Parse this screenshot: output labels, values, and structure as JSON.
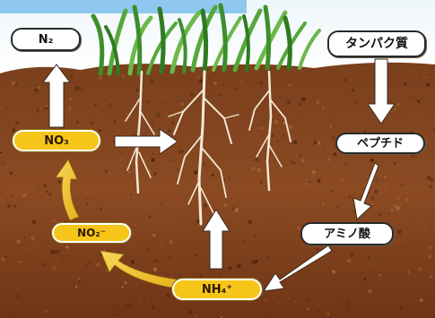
{
  "diagram": {
    "nodes": {
      "n2": {
        "text": "N₂"
      },
      "no3": {
        "text": "NO₃"
      },
      "no2": {
        "text": "NO₂⁻"
      },
      "nh4": {
        "text": "NH₄⁺"
      },
      "protein": {
        "text": "タンパク質"
      },
      "peptide": {
        "text": "ペプチド"
      },
      "amino_acid": {
        "text": "アミノ酸"
      }
    }
  }
}
